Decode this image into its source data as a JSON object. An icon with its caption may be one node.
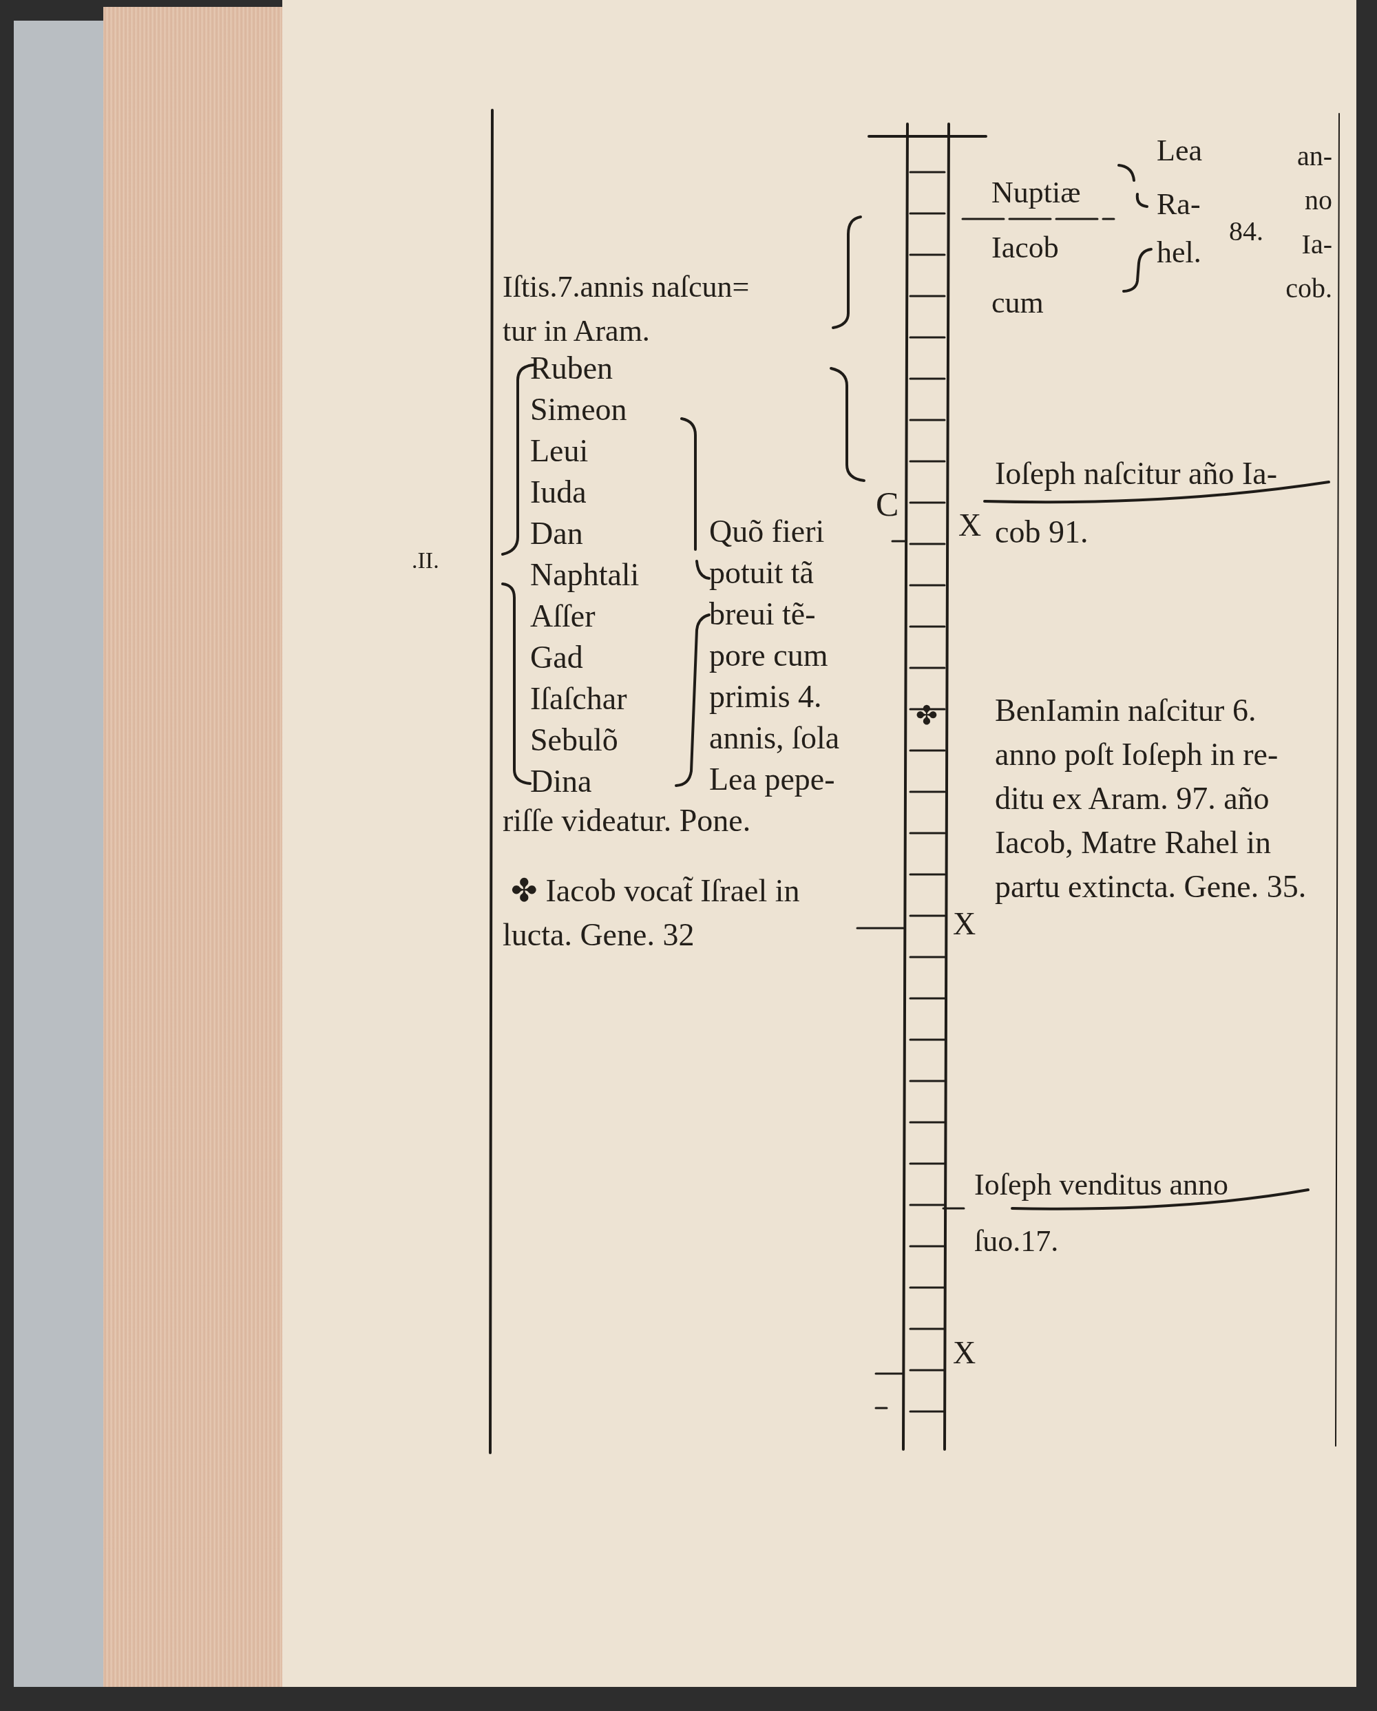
{
  "diagram": {
    "labels": [
      "Iſtis.7.annis naſcun= tur in Aram.",
      "Nuptiæ Iacob cum",
      "Lea",
      "Ra- hel.",
      "84.",
      "an- no Ia- cob.",
      "Ruben",
      "Simeon",
      "Leui",
      "Iuda",
      "Ioſeph naſcitur año Ia- cob 91.",
      "C",
      "X",
      "Dan",
      "Quõ fieri potuit tã breui tẽ- pore cum primis 4. annis, ſola Lea pepe- riſſe videatur. Pone.",
      ".II.",
      "Naphtali",
      "Aſſer",
      "Gad",
      "Iſaſchar",
      "✤",
      "Sebulõ",
      "Dina",
      "BenIamin naſcitur 6. anno poſt Ioſeph in re- ditu ex Aram. 97. año Iacob, Matre Rahel in partu extincta. Gene. 35.",
      "✤ Iacob vocat̃ Iſrael in lucta. Gene. 32",
      "X",
      "Ioſeph venditus anno ſuo.17.",
      "X"
    ]
  }
}
